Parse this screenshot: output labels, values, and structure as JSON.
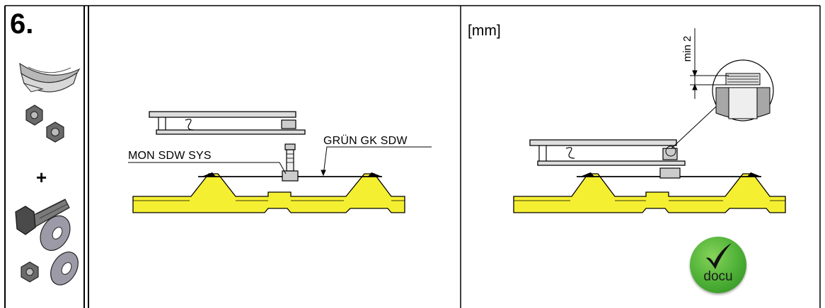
{
  "step": {
    "number": "6."
  },
  "parts": {
    "plus": "+",
    "icons": [
      "bracket-icon",
      "nut-icon",
      "bolt-icon",
      "washer-icon"
    ]
  },
  "left_diagram": {
    "labels": {
      "mon": "MON SDW SYS",
      "gruen": "GRÜN GK SDW"
    }
  },
  "right_diagram": {
    "unit": "[mm]",
    "dimension": "min 2"
  },
  "badge": {
    "text": "docu",
    "color": "#4caf35"
  },
  "colors": {
    "panel_fill": "#f5ef32",
    "line": "#000000"
  }
}
